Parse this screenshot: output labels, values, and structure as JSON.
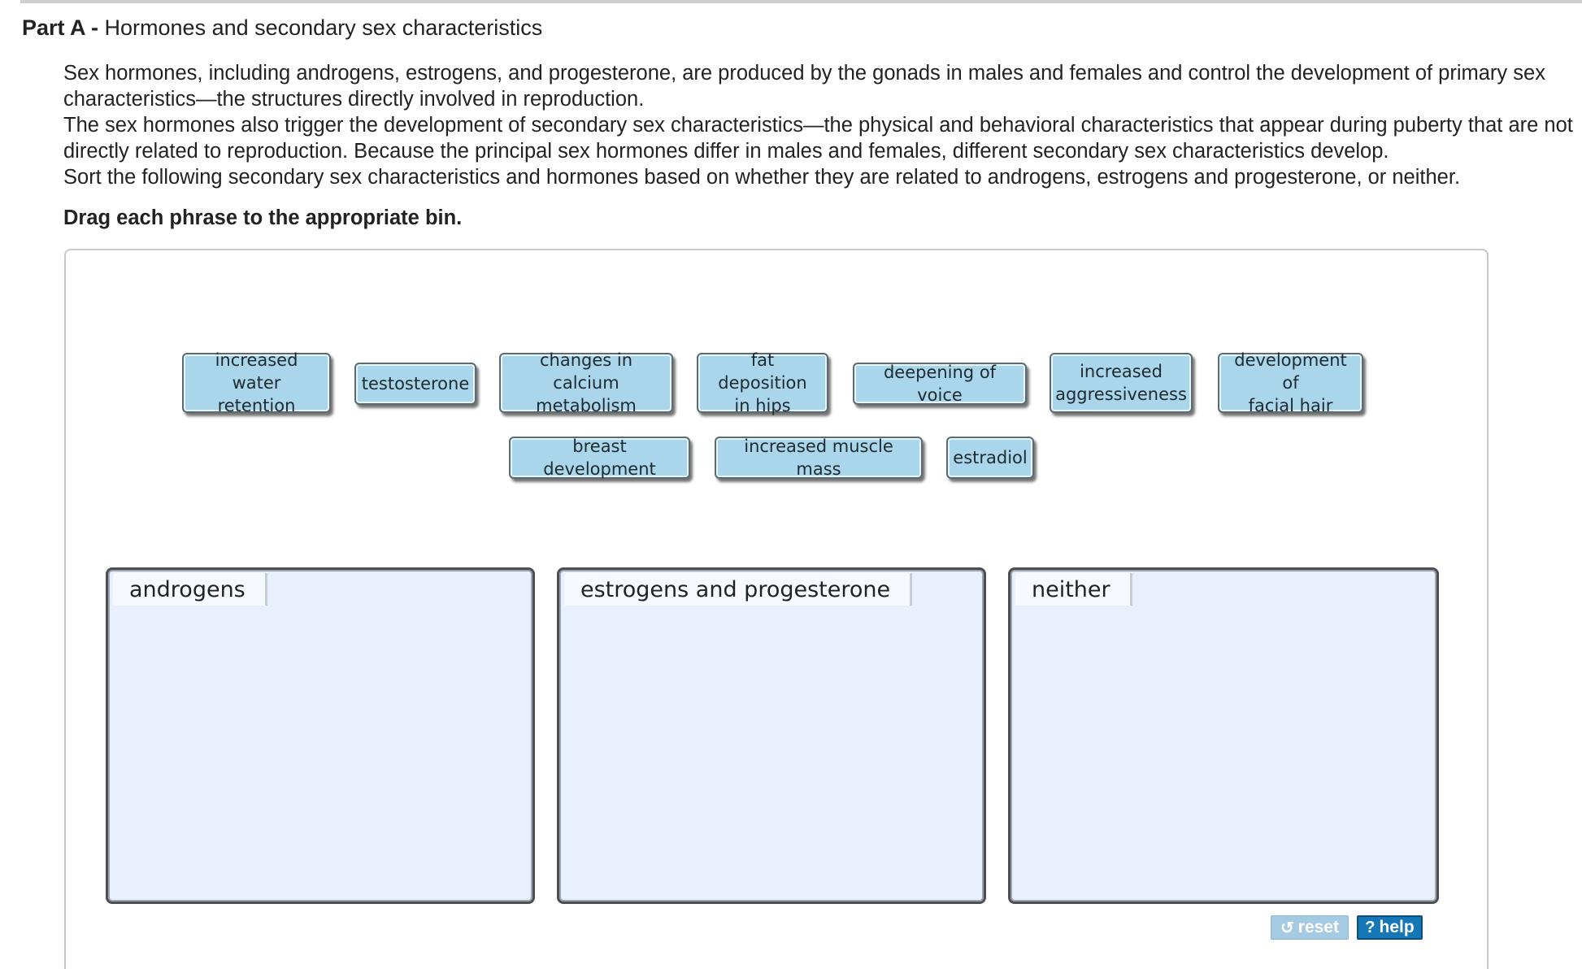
{
  "part": {
    "label": "Part A -",
    "title": "Hormones and secondary sex characteristics"
  },
  "intro": {
    "p1": "Sex hormones, including androgens, estrogens, and progesterone, are produced by the gonads in males and females and control the development of primary sex characteristics—the structures directly involved in reproduction.",
    "p2": "The sex hormones also trigger the development of secondary sex characteristics—the physical and behavioral characteristics that appear during puberty that are not directly related to reproduction. Because the principal sex hormones differ in males and females, different secondary sex characteristics develop.",
    "p3": "Sort the following secondary sex characteristics and hormones based on whether they are related to androgens, estrogens and progesterone, or neither."
  },
  "instruction": "Drag each phrase to the appropriate bin.",
  "chips": [
    {
      "line1": "increased water",
      "line2": "retention"
    },
    {
      "line1": "testosterone",
      "line2": ""
    },
    {
      "line1": "changes in calcium",
      "line2": "metabolism"
    },
    {
      "line1": "fat deposition",
      "line2": "in hips"
    },
    {
      "line1": "deepening of voice",
      "line2": ""
    },
    {
      "line1": "increased",
      "line2": "aggressiveness"
    },
    {
      "line1": "development of",
      "line2": "facial hair"
    },
    {
      "line1": "breast development",
      "line2": ""
    },
    {
      "line1": "increased muscle mass",
      "line2": ""
    },
    {
      "line1": "estradiol",
      "line2": ""
    }
  ],
  "bins": [
    {
      "label": "androgens"
    },
    {
      "label": "estrogens and progesterone"
    },
    {
      "label": "neither"
    }
  ],
  "buttons": {
    "reset_icon": "↺",
    "reset_label": "reset",
    "help_icon": "?",
    "help_label": "help"
  },
  "colors": {
    "chip_fill": "#a9d6ea",
    "bin_fill": "#e8effd",
    "help_button": "#1577b5",
    "reset_button": "#a5cbe3"
  }
}
